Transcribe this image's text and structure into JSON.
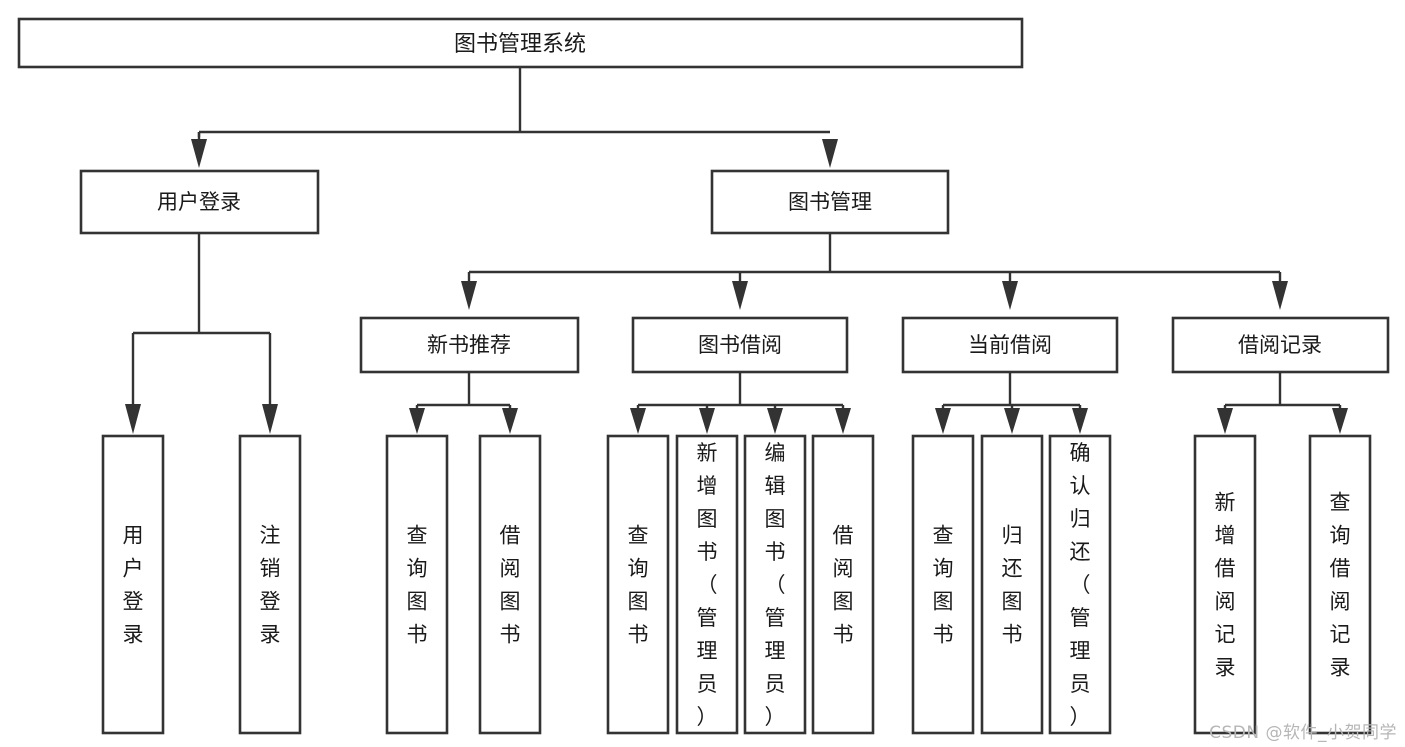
{
  "diagram": {
    "title": "图书管理系统",
    "type": "hierarchy-tree",
    "levels": 4,
    "root": {
      "id": "root",
      "label": "图书管理系统",
      "orientation": "horizontal"
    },
    "level2": [
      {
        "id": "user-login",
        "label": "用户登录",
        "orientation": "horizontal"
      },
      {
        "id": "book-management",
        "label": "图书管理",
        "orientation": "horizontal"
      }
    ],
    "level3": [
      {
        "id": "new-book-recommend",
        "label": "新书推荐",
        "orientation": "horizontal",
        "parent": "book-management"
      },
      {
        "id": "book-borrow",
        "label": "图书借阅",
        "orientation": "horizontal",
        "parent": "book-management"
      },
      {
        "id": "current-borrow",
        "label": "当前借阅",
        "orientation": "horizontal",
        "parent": "book-management"
      },
      {
        "id": "borrow-record",
        "label": "借阅记录",
        "orientation": "horizontal",
        "parent": "book-management"
      }
    ],
    "leaves": {
      "user-login": [
        {
          "id": "leaf-user-login",
          "label": "用户登录",
          "orientation": "vertical"
        },
        {
          "id": "leaf-logout",
          "label": "注销登录",
          "orientation": "vertical"
        }
      ],
      "new-book-recommend": [
        {
          "id": "leaf-query-book-1",
          "label": "查询图书",
          "orientation": "vertical"
        },
        {
          "id": "leaf-borrow-book-1",
          "label": "借阅图书",
          "orientation": "vertical"
        }
      ],
      "book-borrow": [
        {
          "id": "leaf-query-book-2",
          "label": "查询图书",
          "orientation": "vertical"
        },
        {
          "id": "leaf-add-book",
          "label": "新增图书（管理员）",
          "orientation": "vertical"
        },
        {
          "id": "leaf-edit-book",
          "label": "编辑图书（管理员）",
          "orientation": "vertical"
        },
        {
          "id": "leaf-borrow-book-2",
          "label": "借阅图书",
          "orientation": "vertical"
        }
      ],
      "current-borrow": [
        {
          "id": "leaf-query-book-3",
          "label": "查询图书",
          "orientation": "vertical"
        },
        {
          "id": "leaf-return-book",
          "label": "归还图书",
          "orientation": "vertical"
        },
        {
          "id": "leaf-confirm-return",
          "label": "确认归还（管理员）",
          "orientation": "vertical"
        }
      ],
      "borrow-record": [
        {
          "id": "leaf-add-record",
          "label": "新增借阅记录",
          "orientation": "vertical"
        },
        {
          "id": "leaf-query-record",
          "label": "查询借阅记录",
          "orientation": "vertical"
        }
      ]
    },
    "colors": {
      "stroke": "#333333",
      "fill": "#ffffff",
      "text": "#1a1a1a",
      "watermark": "#b6b6b6",
      "background": "#ffffff"
    }
  },
  "watermark": {
    "text": "CSDN @软件_小贺同学"
  }
}
